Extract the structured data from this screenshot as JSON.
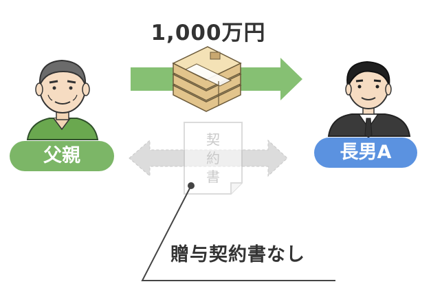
{
  "amount": "1,000万円",
  "father_label": "父親",
  "son_label": "長男A",
  "contract_chars": [
    "契",
    "約",
    "書"
  ],
  "note": "贈与契約書なし",
  "colors": {
    "green_arrow": "#86c073",
    "green_label": "#7cb667",
    "blue_label": "#5b92e0",
    "faded_gray": "#d6d6d6",
    "line": "#444444"
  }
}
